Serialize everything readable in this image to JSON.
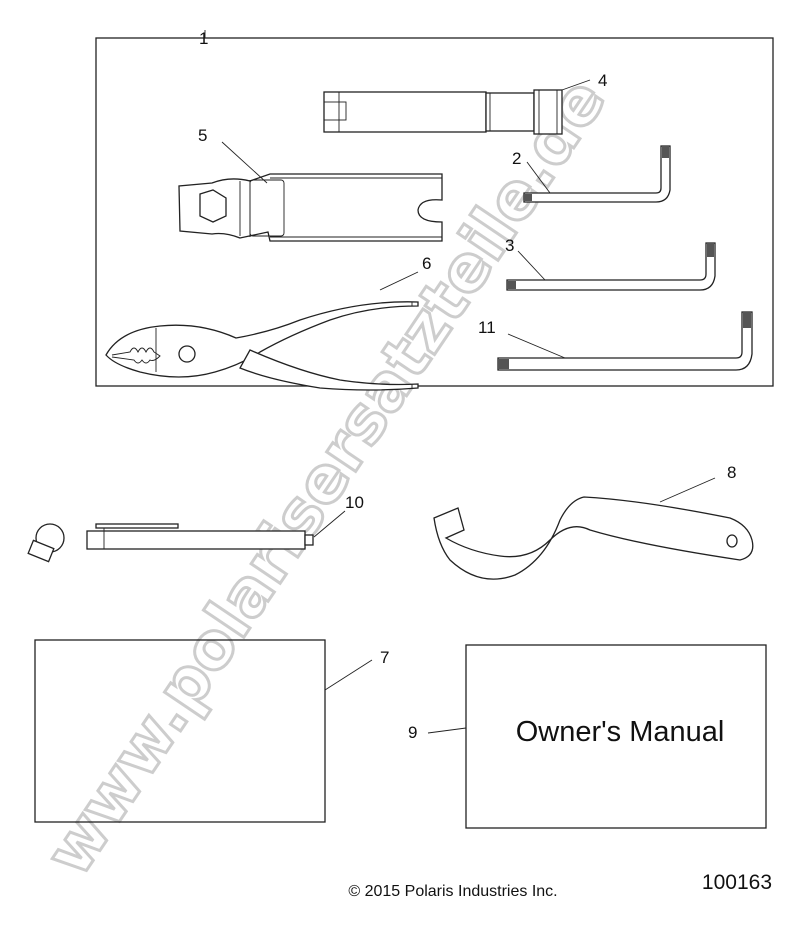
{
  "callouts": {
    "kit": "1",
    "hex_key_small": "2",
    "hex_key_medium": "3",
    "socket": "4",
    "spark_plug_wrench": "5",
    "pliers": "6",
    "decal": "7",
    "spanner_wrench": "8",
    "owners_manual": "9",
    "tire_gauge": "10",
    "hex_key_large": "11"
  },
  "manual_text": "Owner's Manual",
  "copyright": "© 2015 Polaris Industries Inc.",
  "diagram_number": "100163",
  "watermark": "www.polarisersatzteile.de",
  "colors": {
    "line": "#222222",
    "watermark": "#c8c8c8"
  }
}
